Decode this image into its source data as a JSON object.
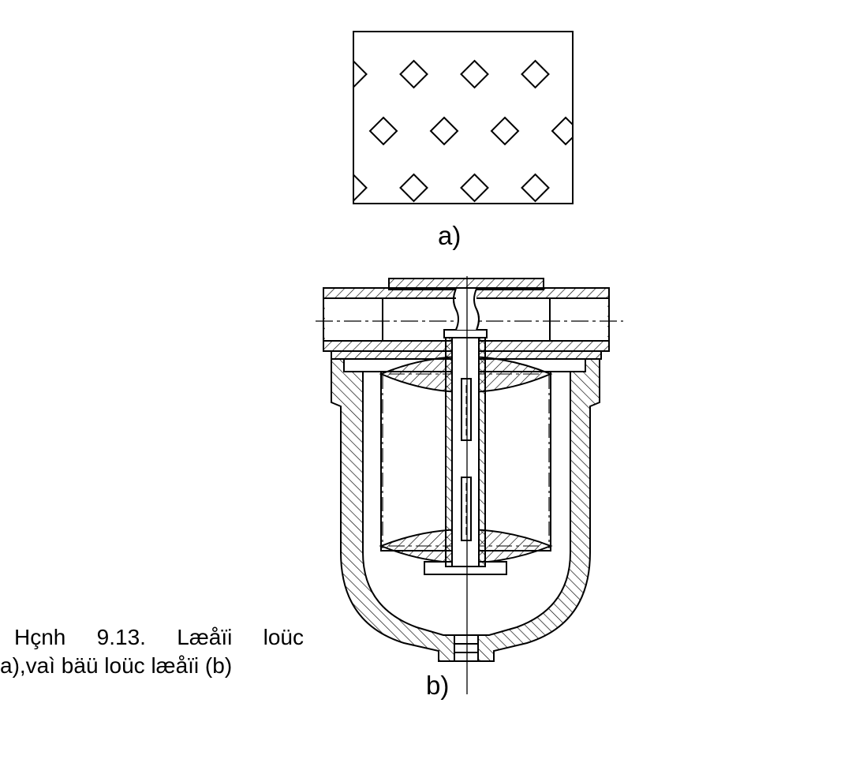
{
  "figure": {
    "label_a": "a)",
    "label_b": "b)",
    "caption_line1": "Hçnh 9.13. Læåïi loüc",
    "caption_line2": "a),vaì bäü loüc læåïi (b)"
  },
  "colors": {
    "line": "#000000",
    "background": "#ffffff"
  }
}
